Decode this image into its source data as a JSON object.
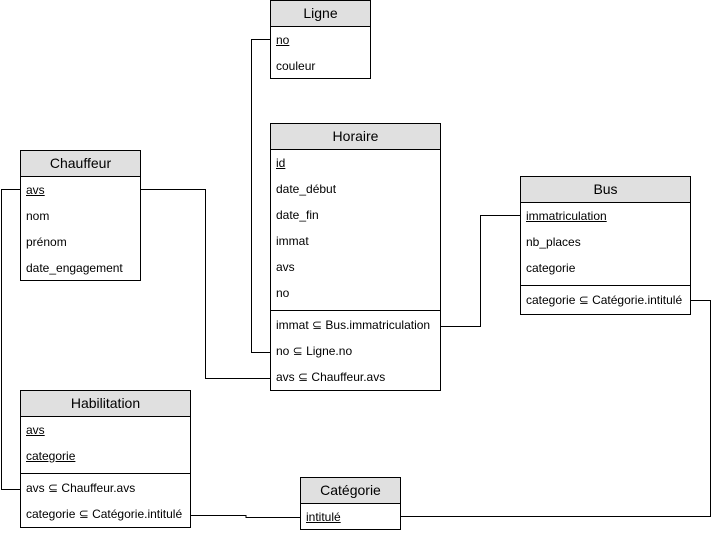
{
  "entities": {
    "ligne": {
      "title": "Ligne",
      "attrs": [
        "no",
        "couleur"
      ]
    },
    "horaire": {
      "title": "Horaire",
      "attrs": [
        "id",
        "date_début",
        "date_fin",
        "immat",
        "avs",
        "no"
      ],
      "fks": [
        "immat ⊆ Bus.immatriculation",
        "no ⊆ Ligne.no",
        "avs ⊆ Chauffeur.avs"
      ]
    },
    "chauffeur": {
      "title": "Chauffeur",
      "attrs": [
        "avs",
        "nom",
        "prénom",
        "date_engagement"
      ]
    },
    "bus": {
      "title": "Bus",
      "attrs": [
        "immatriculation",
        "nb_places",
        "categorie"
      ],
      "fks": [
        "categorie ⊆ Catégorie.intitulé"
      ]
    },
    "habilitation": {
      "title": "Habilitation",
      "attrs": [
        "avs",
        "categorie"
      ],
      "fks": [
        "avs ⊆ Chauffeur.avs",
        "categorie ⊆ Catégorie.intitulé"
      ]
    },
    "categorie": {
      "title": "Catégorie",
      "attrs": [
        "intitulé"
      ]
    }
  }
}
